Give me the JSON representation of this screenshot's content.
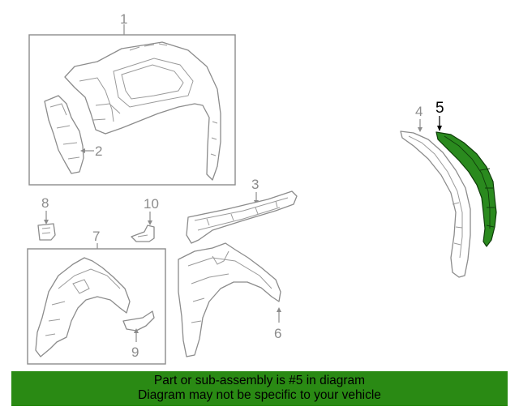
{
  "callouts": {
    "c1": "1",
    "c2": "2",
    "c3": "3",
    "c4": "4",
    "c5": "5",
    "c6": "6",
    "c7": "7",
    "c8": "8",
    "c9": "9",
    "c10": "10"
  },
  "banner": {
    "line1": "Part or sub-assembly is #5 in diagram",
    "line2": "Diagram may not be specific to your vehicle"
  },
  "colors": {
    "highlight_part": "#2a8a1e",
    "banner_bg": "#2a8a14",
    "line_art": "#8c8c8c"
  }
}
